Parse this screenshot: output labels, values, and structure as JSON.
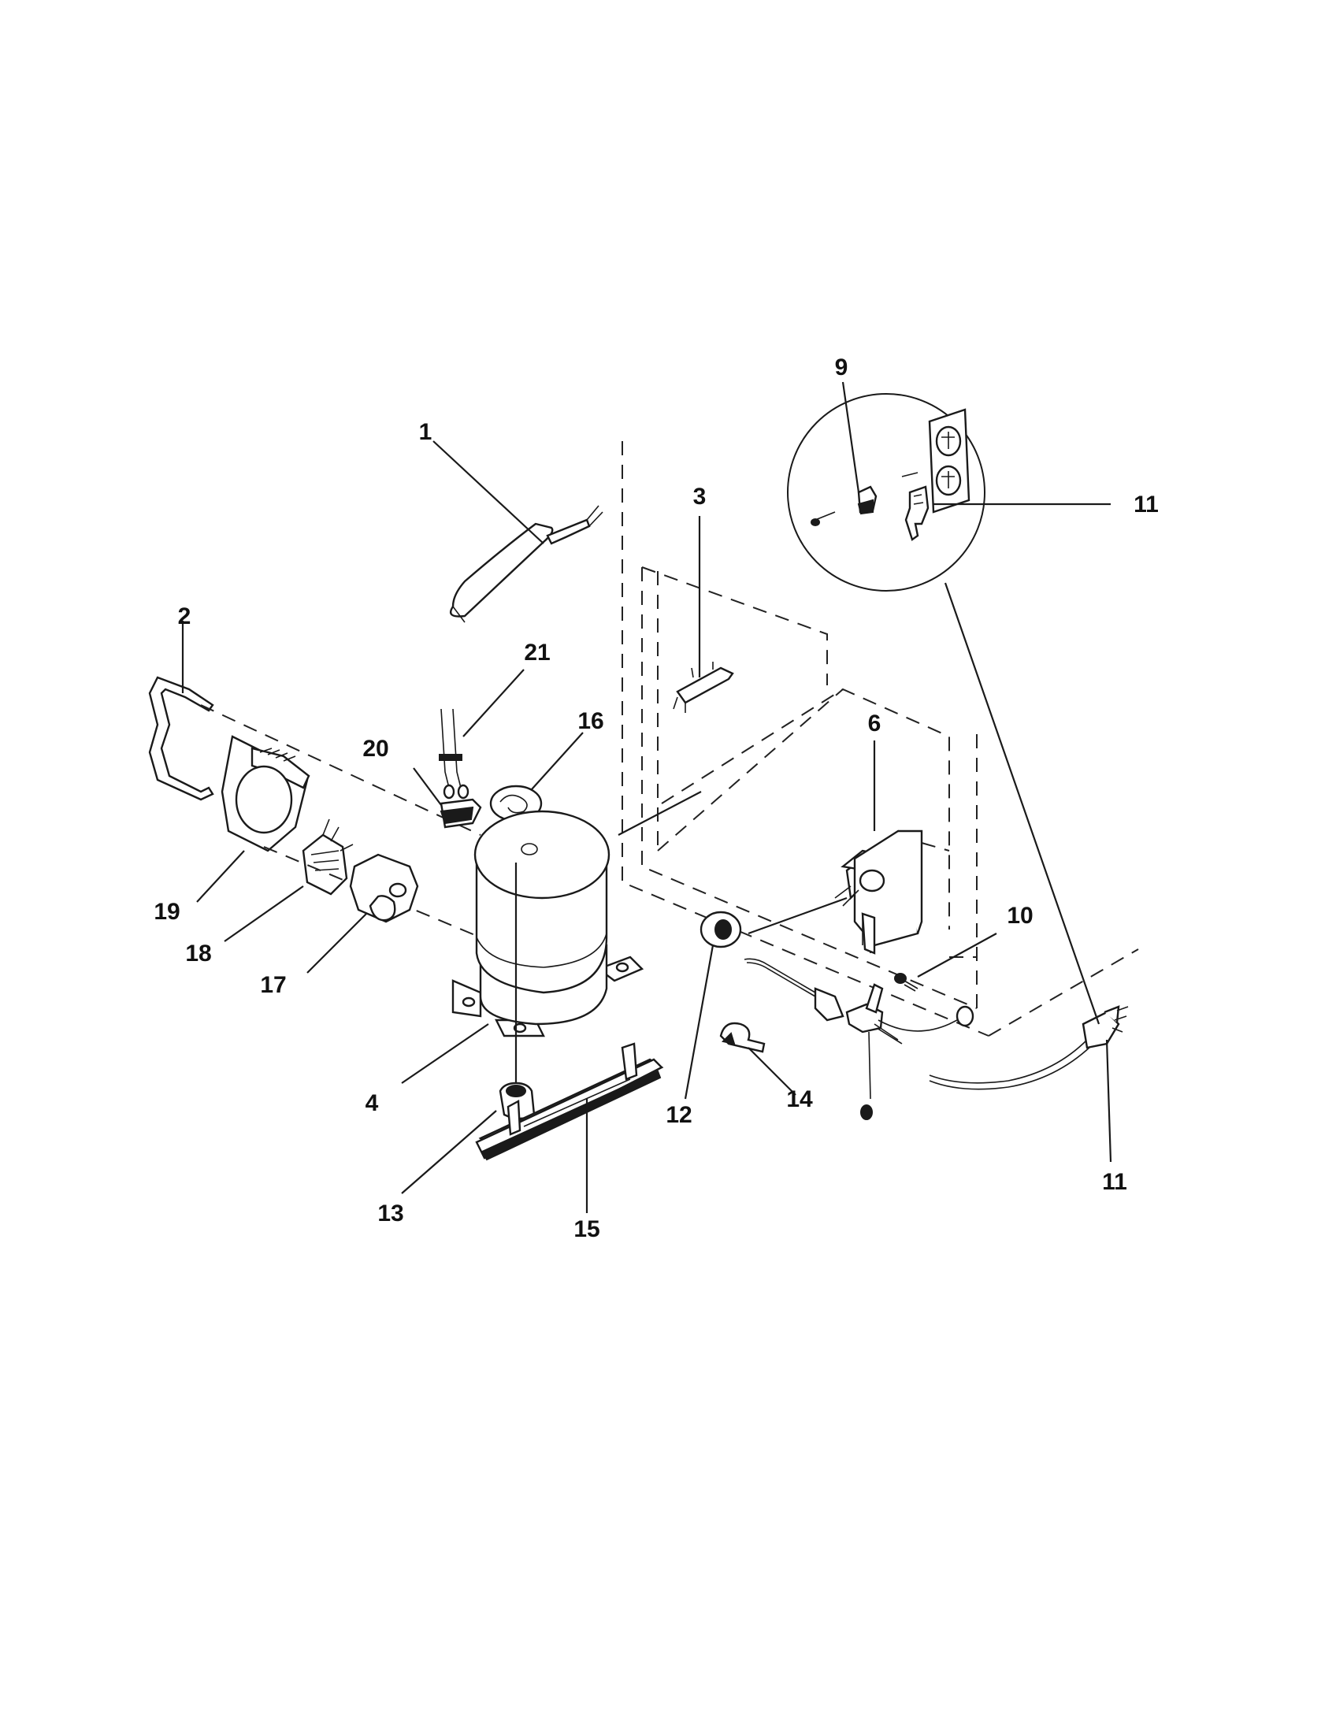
{
  "callouts": {
    "c1": "1",
    "c2": "2",
    "c3": "3",
    "c4": "4",
    "c6": "6",
    "c9": "9",
    "c10": "10",
    "c11_top": "11",
    "c11_bottom": "11",
    "c12": "12",
    "c13": "13",
    "c14": "14",
    "c15": "15",
    "c16": "16",
    "c17": "17",
    "c18": "18",
    "c19": "19",
    "c20": "20",
    "c21": "21"
  }
}
